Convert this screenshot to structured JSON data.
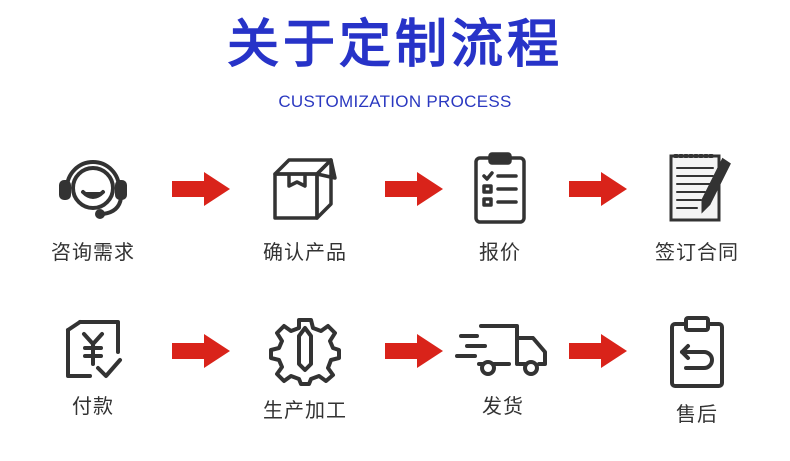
{
  "header": {
    "title": "关于定制流程",
    "subtitle": "CUSTOMIZATION PROCESS"
  },
  "colors": {
    "title": "#2733c8",
    "arrow": "#d9231a",
    "icon": "#333333"
  },
  "steps": [
    {
      "label": "咨询需求",
      "icon": "customer-service-headset-icon"
    },
    {
      "label": "确认产品",
      "icon": "box-icon"
    },
    {
      "label": "报价",
      "icon": "clipboard-checklist-icon"
    },
    {
      "label": "签订合同",
      "icon": "notepad-pen-icon"
    },
    {
      "label": "付款",
      "icon": "yen-payment-icon"
    },
    {
      "label": "生产加工",
      "icon": "gear-wrench-icon"
    },
    {
      "label": "发货",
      "icon": "delivery-truck-icon"
    },
    {
      "label": "售后",
      "icon": "clipboard-return-icon"
    }
  ]
}
